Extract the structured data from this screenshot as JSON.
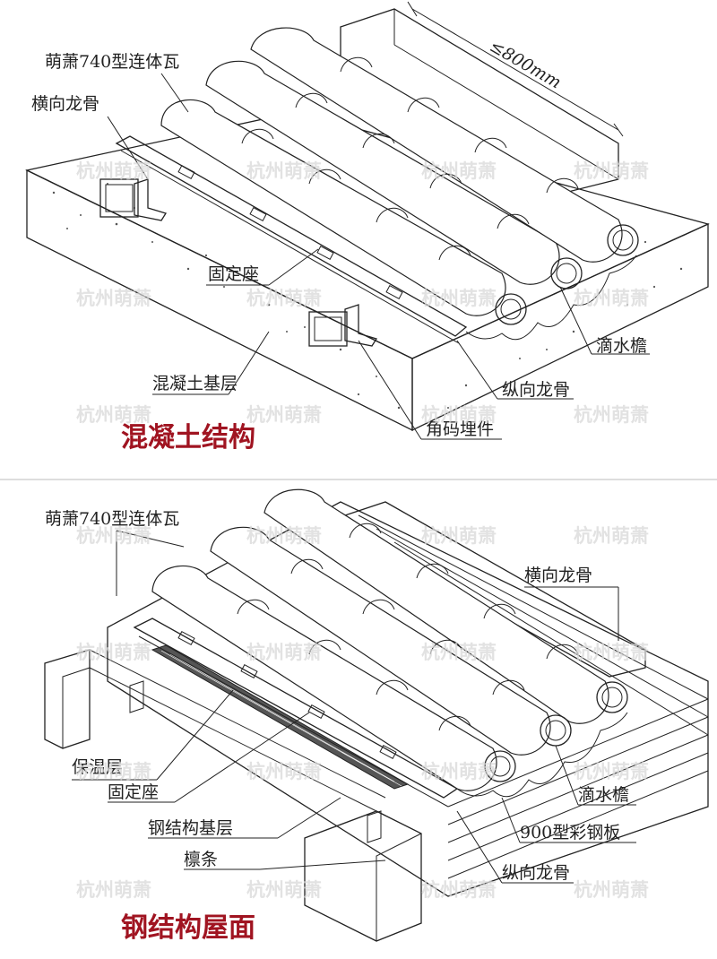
{
  "top": {
    "title": "混凝土结构",
    "labels": {
      "tile": "萌萧740型连体瓦",
      "cross_keel": "横向龙骨",
      "fixed_seat": "固定座",
      "concrete_base": "混凝土基层",
      "drip_eave": "滴水檐",
      "long_keel": "纵向龙骨",
      "angle_embed": "角码埋件",
      "dimension": "≤800mm"
    }
  },
  "bottom": {
    "title": "钢结构屋面",
    "labels": {
      "tile": "萌萧740型连体瓦",
      "cross_keel": "横向龙骨",
      "insulation": "保温层",
      "fixed_seat": "固定座",
      "steel_base": "钢结构基层",
      "purlin": "檩条",
      "drip_eave": "滴水檐",
      "color_steel": "900型彩钢板",
      "long_keel": "纵向龙骨"
    }
  },
  "watermark": "杭州萌萧"
}
